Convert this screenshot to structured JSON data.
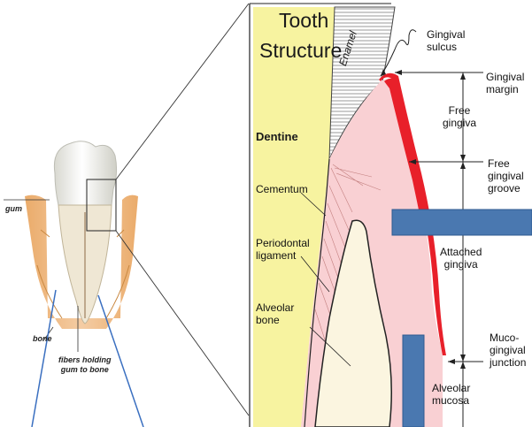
{
  "left_labels": {
    "gum": "gum",
    "bone": "bone",
    "fibers": "fibers holding\ngum to bone"
  },
  "title": {
    "line1": "Tooth",
    "line2": "Structure"
  },
  "tissue_labels": {
    "enamel": "Enamel",
    "dentine": "Dentine",
    "cementum": "Cementum",
    "periodontal": "Periodontal\nligament",
    "alveolar_bone": "Alveolar\nbone"
  },
  "right_labels": {
    "gingival_sulcus": "Gingival\nsulcus",
    "gingival_margin": "Gingival\nmargin",
    "free_gingiva": "Free\ngingiva",
    "free_gingival_groove": "Free\ngingival\ngroove",
    "attached_gingiva": "Attached\ngingiva",
    "mucogingival_junction": "Muco-\ngingival\njunction",
    "alveolar_mucosa": "Alveolar\nmucosa"
  },
  "colors": {
    "dentine": "#f7f3a0",
    "gingiva": "#f9d0d3",
    "gingiva_edge": "#e8202a",
    "bone": "#fbf5e0",
    "overlay_bar": "#4a78b0"
  }
}
